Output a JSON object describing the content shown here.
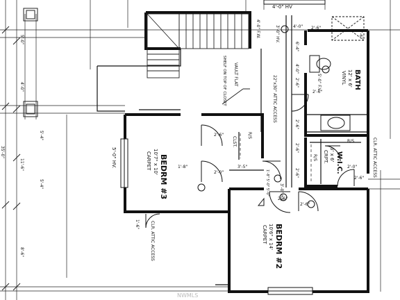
{
  "rooms": {
    "bath": {
      "name": "BATH",
      "size": "12' x 6'",
      "finish": "VINYL"
    },
    "bedrm3": {
      "name": "BEDRM #3",
      "size": "10'7\" x 10'",
      "finish": "CARPET"
    },
    "bedrm2": {
      "name": "BEDRM #2",
      "size": "10'6\" x 14'",
      "finish": "CARPET"
    },
    "wic": {
      "name": "W.I.C.",
      "size": "6' x 6'",
      "finish": "CRPT."
    },
    "clst": "CLST.",
    "rs_closet": "R/S",
    "rs_wic": "R/S",
    "rs_bath": "R/S"
  },
  "notes": {
    "vault_flat": "VAULT FLAT",
    "shelf_closet": "SHELF ON TOP OF CLOSET",
    "attic_access": "22\"x30\" ATTIC ACCESS",
    "clr_attic_right": "CLR. ATTIC ACCESS",
    "clr_attic_bottom": "CLR. ATTIC ACCESS",
    "hv_top": "4'-0\" HV",
    "hv_left": "5'-0\" HV.",
    "fwd_top": "4'-0\" F.W.",
    "hv_bath": "3'-0\" HV.",
    "hv_hall": "3'-0\" HV.",
    "fv_right": "5'-0\" F.V.",
    "hall_label": "1'-8\" 5'-0\" 5'-0\""
  },
  "dims": {
    "d1": "5'-0\"",
    "d2": "4'-0\"",
    "d3": "5'-4\"",
    "d4": "11'-6\"",
    "d5": "5'-4\"",
    "d6": "8'-6\"",
    "d7": "35'-0\"",
    "d8": "1'-8\"",
    "d9": "2'-6\"",
    "d10": "2'-0\"",
    "d11": "2'-6\"",
    "d12": "2'-6\"",
    "d13": "2'-6\"",
    "d14": "3'-5\"",
    "d15": "2'-6\"",
    "d16": "2'-6\"",
    "d17": "2'-6\"",
    "d18": "2'-6\"",
    "d19": "2'-6\"",
    "d20": "4'-0\"",
    "d21": "2'-6\"",
    "d22": "6'-4\"",
    "d23": "4'-0\"",
    "d24": "2'-0\"",
    "d25": "1'-6\"",
    "d26": "1'-6\""
  },
  "fixtures": {
    "toilet": "toilet-fixture",
    "sink": "sink-fixture"
  },
  "watermark": "NWMLS"
}
